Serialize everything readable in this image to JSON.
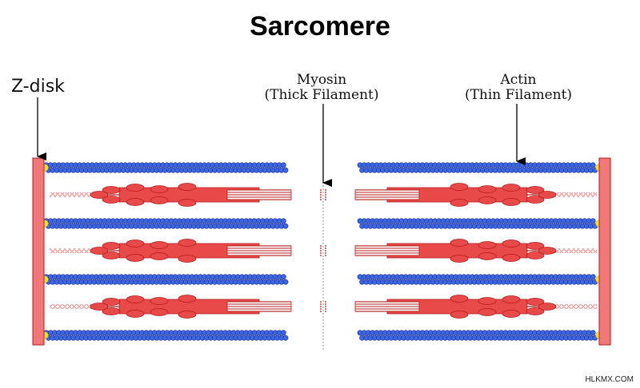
{
  "title": "Sarcomere",
  "labels": {
    "z_disk": "Z-disk",
    "myosin_line1": "Myosin",
    "myosin_line2": "(Thick Filament)",
    "actin_line1": "Actin",
    "actin_line2": "(Thin Filament)"
  },
  "watermark": "HLKMX.COM",
  "colors": {
    "actin_bead": "#3d66e0",
    "actin_bead_stroke": "#1b2f9a",
    "myosin": "#e84a4a",
    "myosin_stroke": "#b51c1c",
    "z_disk": "#f07878",
    "anchor": "#f2e23a",
    "titin": "#e27a7a",
    "arrow": "#000000",
    "m_line": "#999999"
  },
  "structure": {
    "actin_filament_rows": 4,
    "myosin_filament_rows": 3
  }
}
